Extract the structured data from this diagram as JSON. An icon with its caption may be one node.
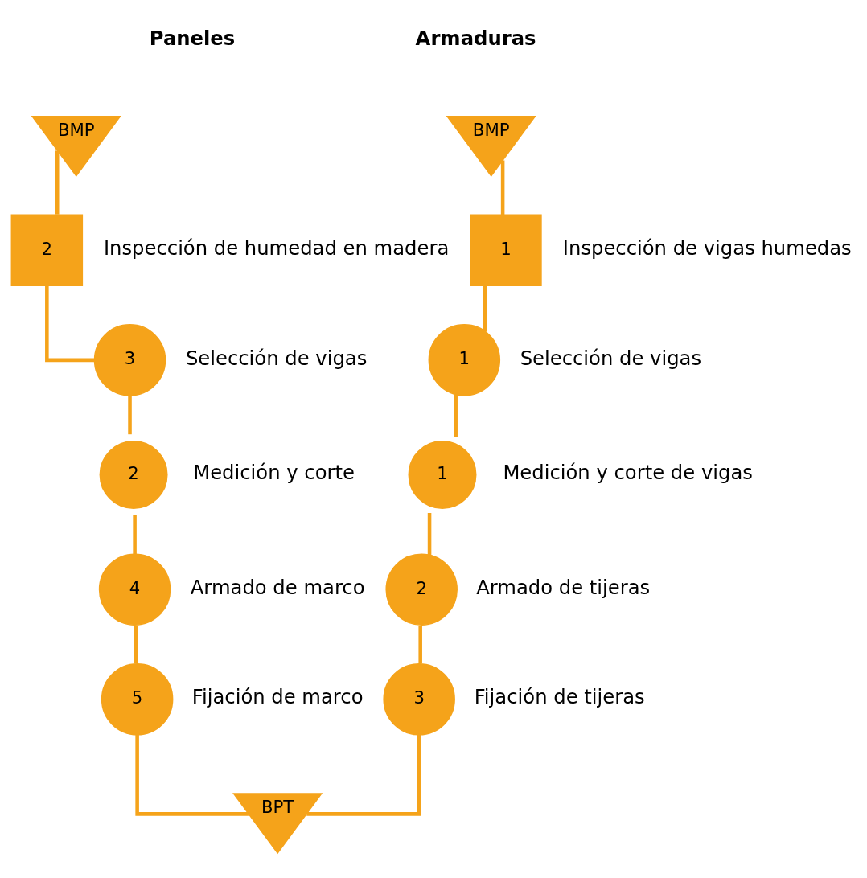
{
  "diagram": {
    "nodes": [
      {
        "text": [
          "BMP"
        ]
      },
      {
        "text": [
          "2"
        ],
        "beside": [
          "Inspección de humedad en madera"
        ]
      },
      {
        "text": [
          "3"
        ],
        "beside": [
          "Selección de vigas"
        ]
      },
      {
        "text": [
          "2"
        ],
        "beside": [
          "Medición y corte"
        ]
      },
      {
        "text": [
          "4"
        ],
        "beside": [
          "Armado de marco"
        ]
      },
      {
        "text": [
          "5"
        ],
        "beside": [
          "Fijación de marco"
        ]
      },
      {
        "text": [
          "BMP"
        ]
      },
      {
        "text": [
          "1"
        ],
        "beside": [
          "Inspección de vigas humedas"
        ]
      },
      {
        "text": [
          "1"
        ],
        "beside": [
          "Selección de vigas"
        ]
      },
      {
        "text": [
          "1"
        ],
        "beside": [
          "Medición y corte de vigas"
        ]
      },
      {
        "text": [
          "2"
        ],
        "beside": [
          "Armado de tijeras"
        ]
      },
      {
        "text": [
          "3"
        ],
        "beside": [
          "Fijación de tijeras"
        ]
      },
      {
        "text": [
          "BPT"
        ]
      }
    ],
    "edges": [
      {
        "from": 0,
        "to": 1,
        "arrow": "none"
      },
      {
        "from": 1,
        "to": 2,
        "arrow": "none"
      },
      {
        "from": 2,
        "to": 3,
        "arrow": "none"
      },
      {
        "from": 3,
        "to": 4,
        "arrow": "none"
      },
      {
        "from": 4,
        "to": 5,
        "arrow": "none"
      },
      {
        "from": 6,
        "to": 7,
        "arrow": "none"
      },
      {
        "from": 7,
        "to": 8,
        "arrow": "none"
      },
      {
        "from": 8,
        "to": 9,
        "arrow": "none"
      },
      {
        "from": 9,
        "to": 10,
        "arrow": "none"
      },
      {
        "from": 10,
        "to": 11,
        "arrow": "none"
      },
      {
        "from": 5,
        "to": 12,
        "arrow": "none"
      },
      {
        "from": 11,
        "to": 12,
        "arrow": "none"
      }
    ],
    "labels": [
      "Paneles",
      "Armaduras"
    ]
  }
}
